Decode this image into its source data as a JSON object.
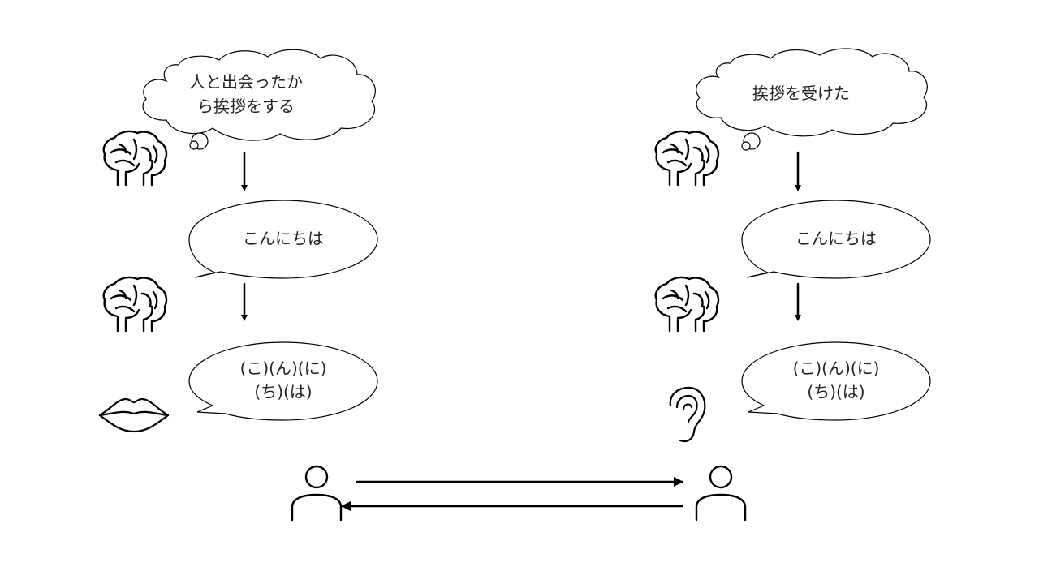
{
  "speaker": {
    "thought": [
      "人と出会ったか",
      "ら挨拶をする"
    ],
    "word": "こんにちは",
    "sounds": [
      "(こ)(ん)(に)",
      "(ち)(は)"
    ]
  },
  "listener": {
    "thought": [
      "挨拶を受けた"
    ],
    "word": "こんにちは",
    "sounds": [
      "(こ)(ん)(に)",
      "(ち)(は)"
    ]
  }
}
